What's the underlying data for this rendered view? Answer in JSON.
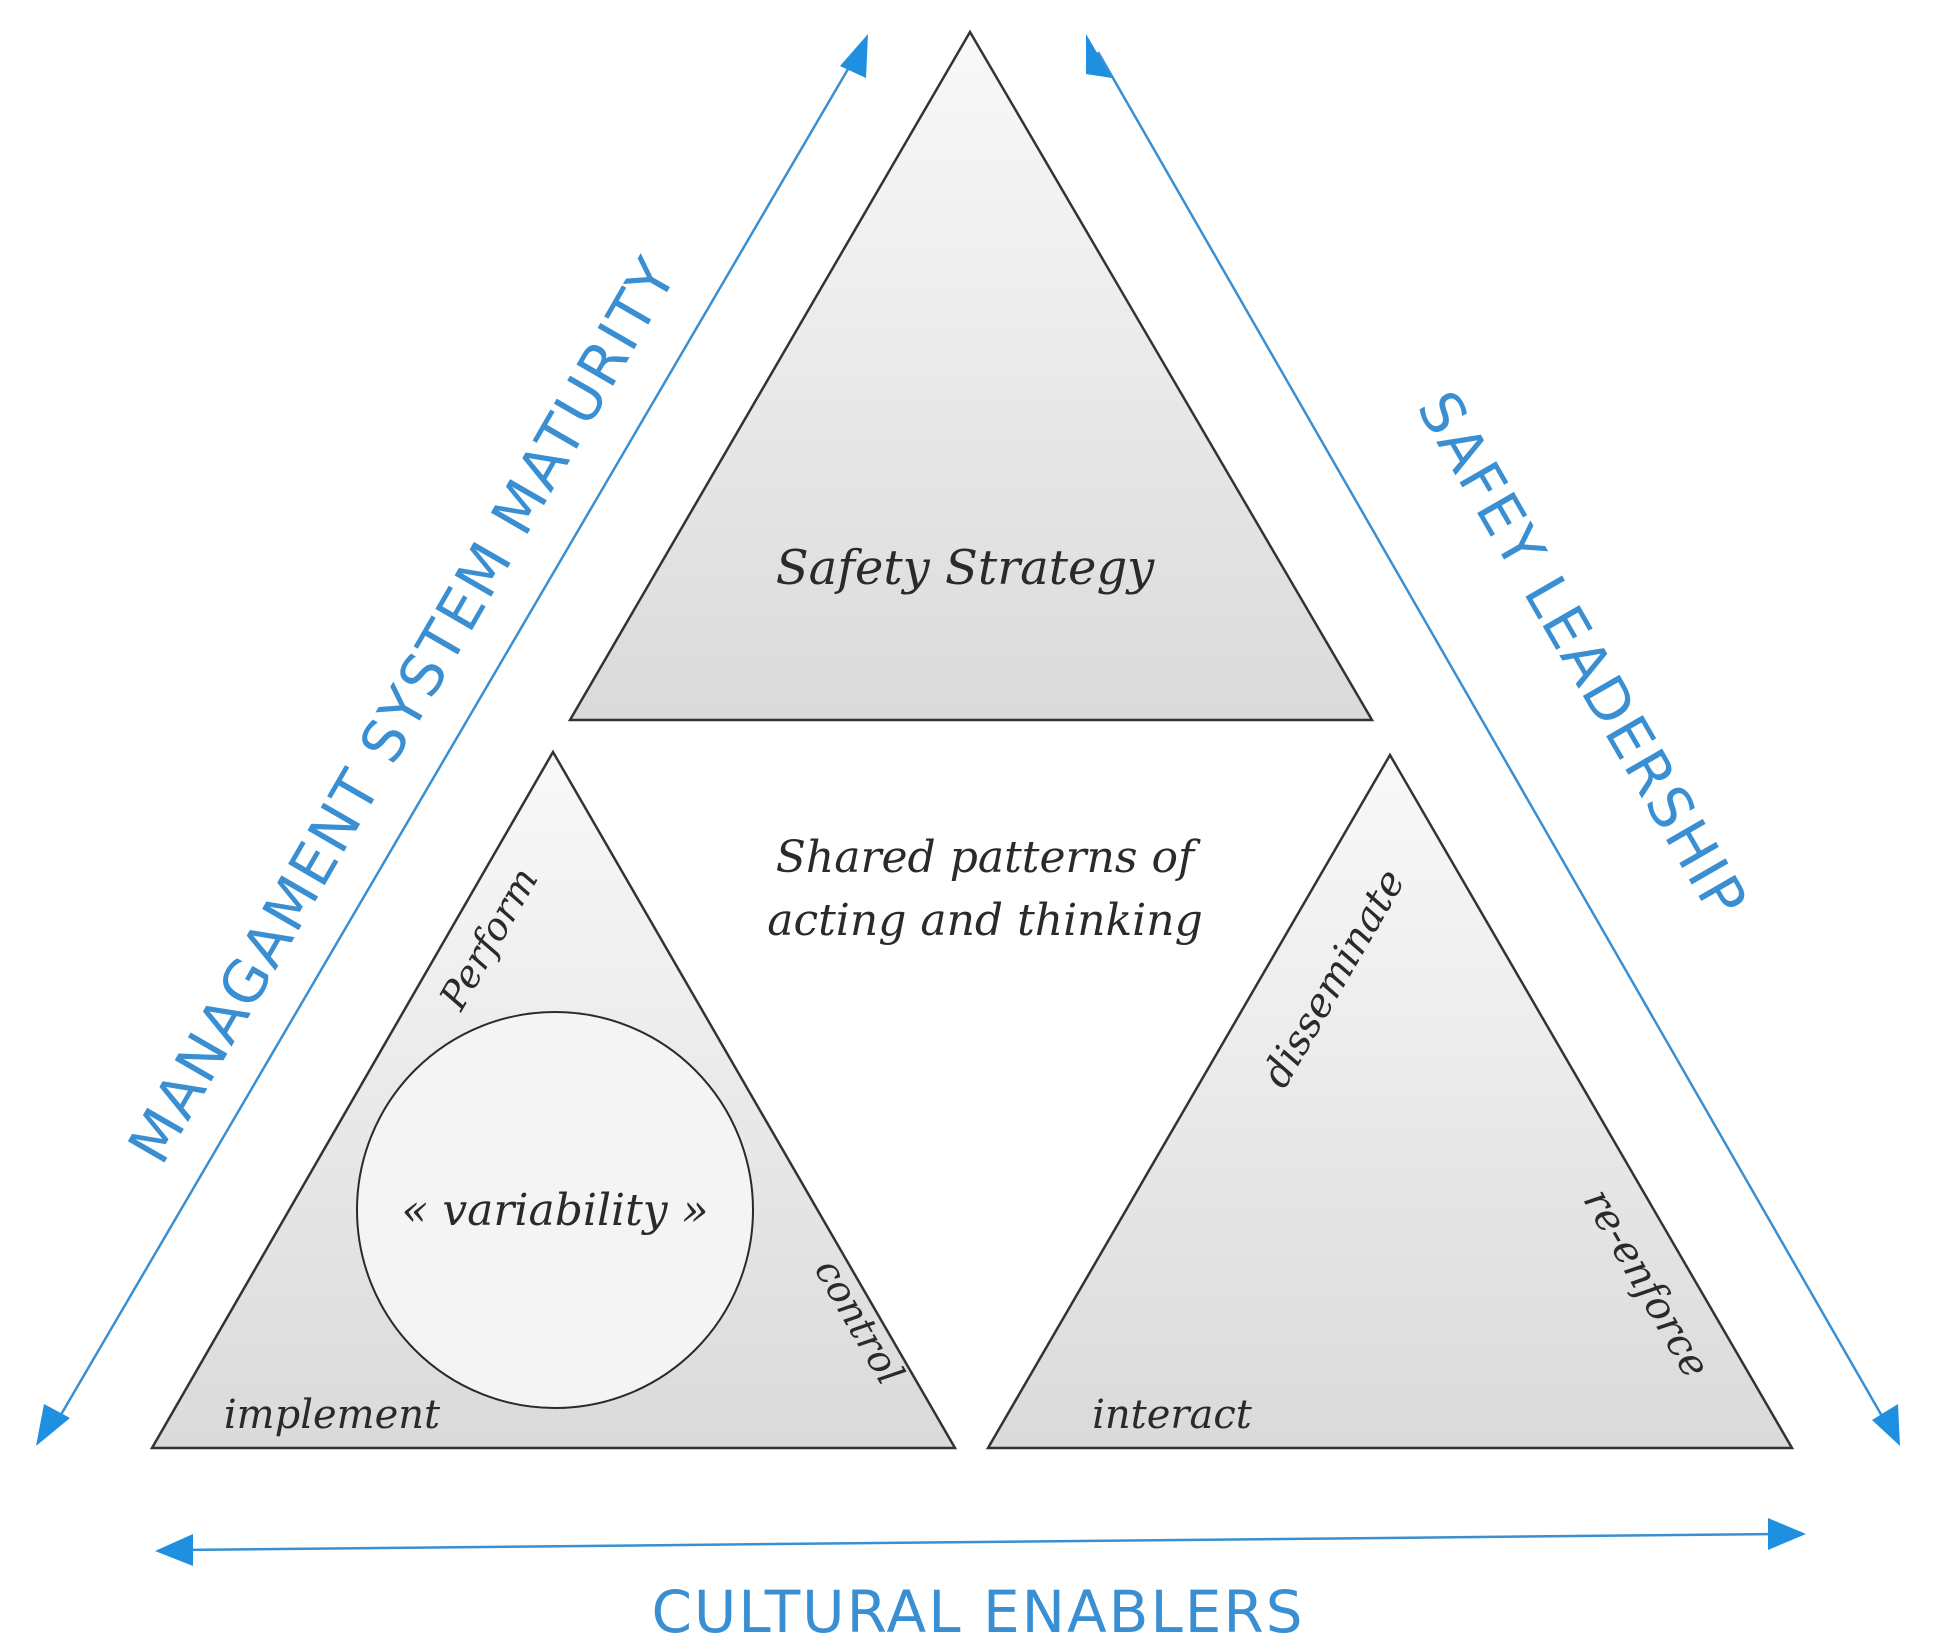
{
  "diagram": {
    "axes": {
      "left": "MANAGAMENT SYSTEM MATURITY",
      "right": "SAFEY LEADERSHIP",
      "bottom": "CULTURAL ENABLERS"
    },
    "top_triangle": {
      "label": "Safety Strategy"
    },
    "center": {
      "line1": "Shared patterns of",
      "line2": "acting and thinking"
    },
    "left_triangle": {
      "perform": "Perform",
      "control": "control",
      "implement": "implement",
      "circle_label": "« variability »"
    },
    "right_triangle": {
      "disseminate": "disseminate",
      "reenforce": "re-enforce",
      "interact": "interact"
    },
    "colors": {
      "accent": "#3a8fd2",
      "arrow": "#1f8fe0",
      "outline": "#333333",
      "fill_light": "#f7f7f7",
      "fill_dark": "#dcdcdc"
    }
  }
}
